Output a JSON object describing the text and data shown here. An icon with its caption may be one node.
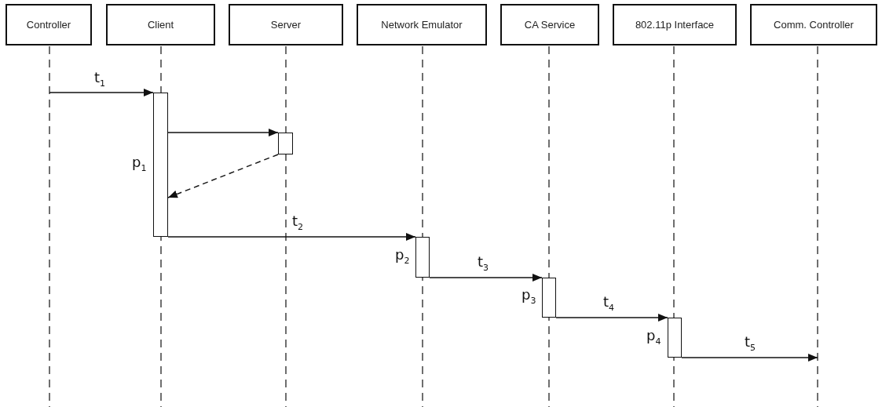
{
  "diagram": {
    "nodes": [
      {
        "text": [
          "Controller"
        ]
      },
      {
        "text": [
          "Client"
        ]
      },
      {
        "text": [
          "Server"
        ]
      },
      {
        "text": [
          "Network Emulator"
        ]
      },
      {
        "text": [
          "CA Service"
        ]
      },
      {
        "text": [
          "802.11p Interface"
        ]
      },
      {
        "text": [
          "Comm. Controller"
        ]
      },
      {
        "text": [],
        "shape": "bar",
        "beside": [
          "p$_{1}$"
        ]
      },
      {
        "text": [],
        "shape": "bar"
      },
      {
        "text": [],
        "shape": "bar",
        "beside": [
          "p$_{2}$"
        ]
      },
      {
        "text": [],
        "shape": "bar",
        "beside": [
          "p$_{3}$"
        ]
      },
      {
        "text": [],
        "shape": "bar",
        "beside": [
          "p$_{4}$"
        ]
      }
    ],
    "edges": [
      {
        "from": null,
        "to": 7,
        "arrow": "to",
        "label": "t$_{1}$"
      },
      {
        "from": 7,
        "to": 8,
        "arrow": "to"
      },
      {
        "from": 8,
        "to": 7,
        "arrow": "to",
        "style": "dashed"
      },
      {
        "from": 7,
        "to": 9,
        "arrow": "to",
        "label": "t$_{2}$"
      },
      {
        "from": 9,
        "to": 10,
        "arrow": "to",
        "label": "t$_{3}$"
      },
      {
        "from": 10,
        "to": 11,
        "arrow": "to",
        "label": "t$_{4}$"
      },
      {
        "from": 11,
        "to": null,
        "arrow": "to",
        "label": "t$_{5}$"
      }
    ]
  }
}
